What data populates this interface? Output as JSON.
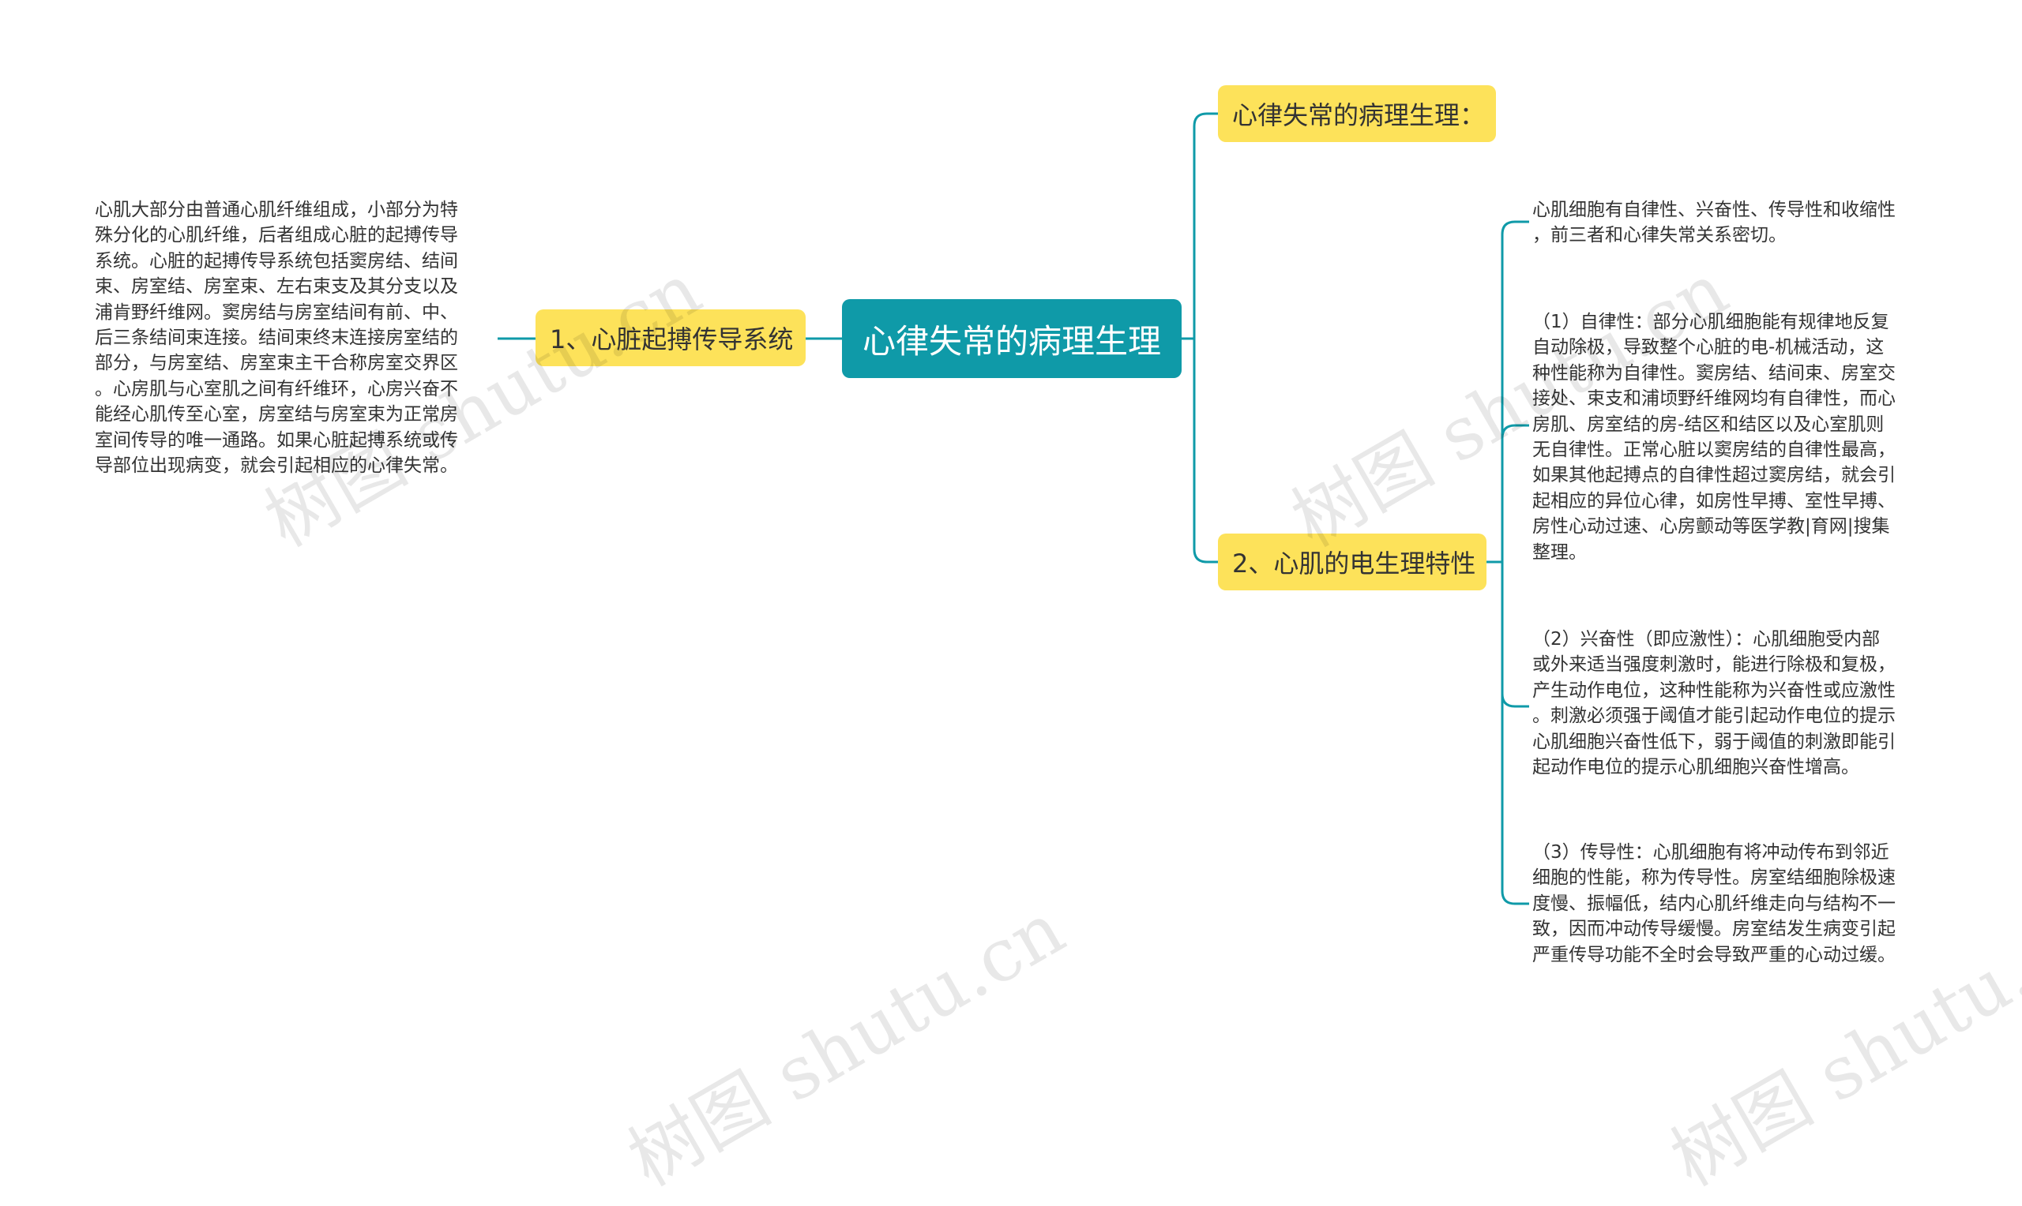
{
  "mindmap": {
    "root": "心律失常的病理生理",
    "left_branch": {
      "label": "1、心脏起搏传导系统",
      "text": "心肌大部分由普通心肌纤维组成，小部分为特\n殊分化的心肌纤维，后者组成心脏的起搏传导\n系统。心脏的起搏传导系统包括窦房结、结间\n束、房室结、房室束、左右束支及其分支以及\n浦肯野纤维网。窦房结与房室结间有前、中、\n后三条结间束连接。结间束终末连接房室结的\n部分，与房室结、房室束主干合称房室交界区\n。心房肌与心室肌之间有纤维环，心房兴奋不\n能经心肌传至心室，房室结与房室束为正常房\n室间传导的唯一通路。如果心脏起搏系统或传\n导部位出现病变，就会引起相应的心律失常。"
    },
    "right_top": {
      "label": "心律失常的病理生理："
    },
    "right_branch": {
      "label": "2、心肌的电生理特性",
      "items": [
        {
          "text": "心肌细胞有自律性、兴奋性、传导性和收缩性\n，前三者和心律失常关系密切。"
        },
        {
          "text": "（1）自律性：部分心肌细胞能有规律地反复\n自动除极，导致整个心脏的电-机械活动，这\n种性能称为自律性。窦房结、结间束、房室交\n接处、束支和浦顷野纤维网均有自律性，而心\n房肌、房室结的房-结区和结区以及心室肌则\n无自律性。正常心脏以窦房结的自律性最高，\n如果其他起搏点的自律性超过窦房结，就会引\n起相应的异位心律，如房性早搏、室性早搏、\n房性心动过速、心房颤动等医学教|育网|搜集\n整理。"
        },
        {
          "text": "（2）兴奋性（即应激性）：心肌细胞受内部\n或外来适当强度刺激时，能进行除极和复极，\n产生动作电位，这种性能称为兴奋性或应激性\n。刺激必须强于阈值才能引起动作电位的提示\n心肌细胞兴奋性低下，弱于阈值的刺激即能引\n起动作电位的提示心肌细胞兴奋性增高。"
        },
        {
          "text": "（3）传导性：心肌细胞有将冲动传布到邻近\n细胞的性能，称为传导性。房室结细胞除极速\n度慢、振幅低，结内心肌纤维走向与结构不一\n致，因而冲动传导缓慢。房室结发生病变引起\n严重传导功能不全时会导致严重的心动过缓。"
        }
      ]
    }
  },
  "watermarks": [
    "树图 shutu.cn",
    "树图 shutu.cn",
    "树图 shutu.cn",
    "树图 shutu.cn"
  ],
  "colors": {
    "root_bg": "#0f9aa8",
    "branch_bg": "#fde25a",
    "connector": "#0f9aa8",
    "text": "#333333"
  }
}
